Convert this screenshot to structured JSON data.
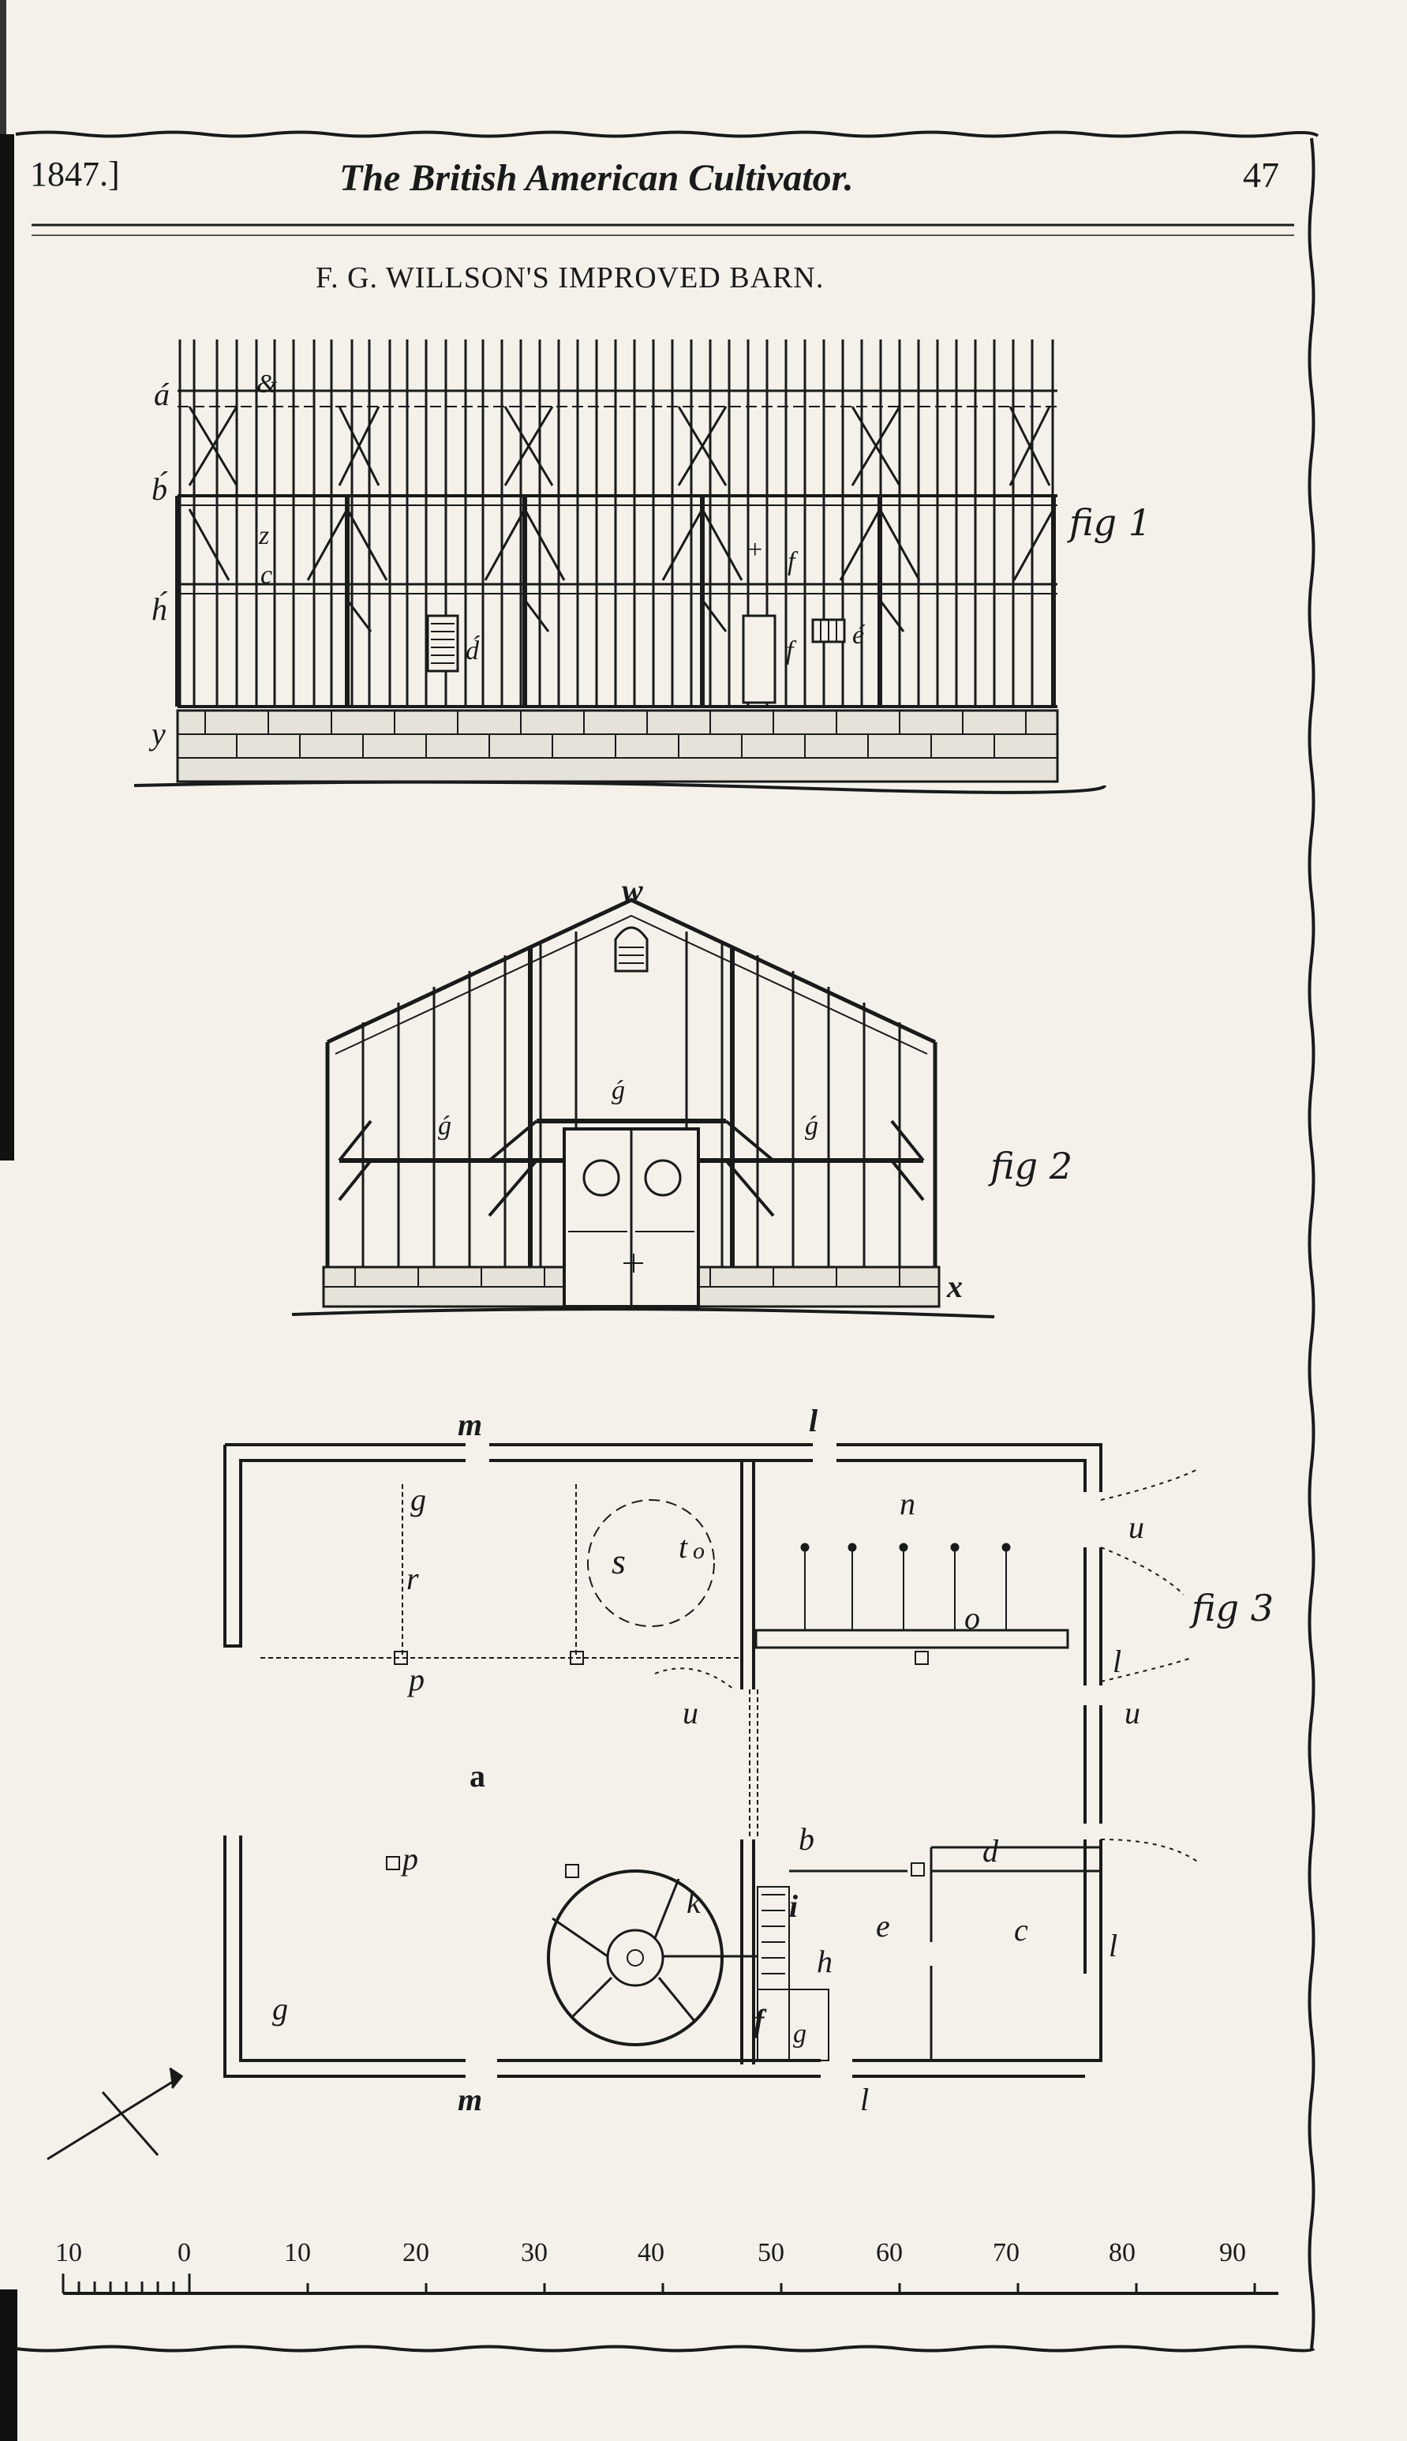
{
  "header": {
    "year": "1847.]",
    "title": "The British American Cultivator.",
    "page": "47"
  },
  "plate_title": "F. G. WILLSON'S IMPROVED BARN.",
  "figures": {
    "fig1": {
      "caption": "fig 1",
      "labels": {
        "a": "á",
        "amp": "&",
        "b": "b́",
        "z": "z",
        "c": "c",
        "h": "h́",
        "d": "d́",
        "plus": "+",
        "f1": "f",
        "f2": "f",
        "e": "é",
        "y": "y"
      }
    },
    "fig2": {
      "caption": "fig 2",
      "labels": {
        "w": "w",
        "g1": "ǵ",
        "g2": "ǵ",
        "g3": "ǵ",
        "x": "x"
      }
    },
    "fig3": {
      "caption": "fig 3",
      "labels": {
        "m_top": "m",
        "l_top": "l",
        "n": "n",
        "u1": "u",
        "g_top": "g",
        "s": "s",
        "t": "t",
        "o_small": "o",
        "r": "r",
        "o": "o",
        "l_right1": "l",
        "p1": "p",
        "u2": "u",
        "u3": "u",
        "a": "a",
        "b": "b",
        "d": "d",
        "p2": "p",
        "k": "k",
        "i": "i",
        "e": "e",
        "c": "c",
        "h": "h",
        "l_right2": "l",
        "f": "f",
        "g_mid": "g",
        "g_bottom": "g",
        "m_bottom": "m",
        "l_bottom": "l"
      }
    }
  },
  "scale": {
    "ticks": [
      "10",
      "0",
      "10",
      "20",
      "30",
      "40",
      "50",
      "60",
      "70",
      "80",
      "90"
    ]
  },
  "colors": {
    "ink": "#1a1a1a",
    "paper": "#f3f1ea"
  }
}
